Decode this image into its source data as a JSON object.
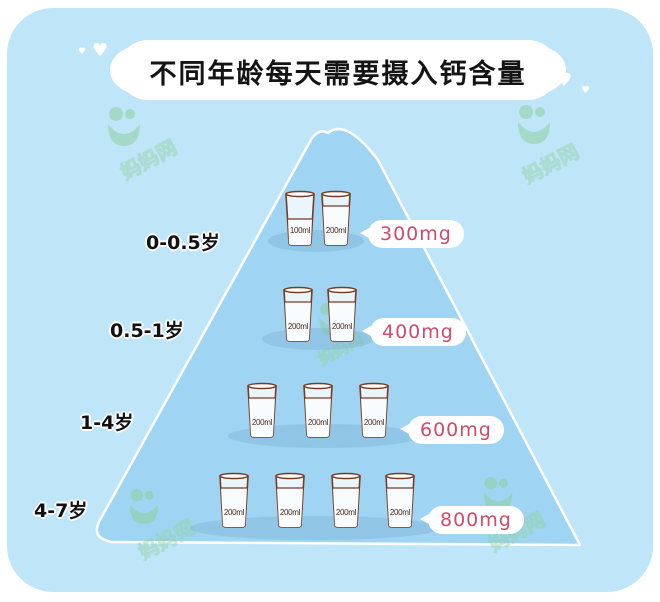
{
  "title": "不同年龄每天需要摄入钙含量",
  "colors": {
    "background": "#bfe5f8",
    "pyramid_fill": "#9fd5f2",
    "pyramid_outline": "#ffffff",
    "title_bg": "#ffffff",
    "title_text": "#141414",
    "amount_text": "#d04a6a",
    "glass_outline": "#7a3a22",
    "watermark": "#8fd0a0"
  },
  "levels": [
    {
      "age": "0-0.5岁",
      "amount": "300mg",
      "glasses": [
        {
          "label": "100ml",
          "fill": "half"
        },
        {
          "label": "200ml",
          "fill": "full"
        }
      ]
    },
    {
      "age": "0.5-1岁",
      "amount": "400mg",
      "glasses": [
        {
          "label": "200ml",
          "fill": "full"
        },
        {
          "label": "200ml",
          "fill": "full"
        }
      ]
    },
    {
      "age": "1-4岁",
      "amount": "600mg",
      "glasses": [
        {
          "label": "200ml",
          "fill": "full"
        },
        {
          "label": "200ml",
          "fill": "full"
        },
        {
          "label": "200ml",
          "fill": "full"
        }
      ]
    },
    {
      "age": "4-7岁",
      "amount": "800mg",
      "glasses": [
        {
          "label": "200ml",
          "fill": "full"
        },
        {
          "label": "200ml",
          "fill": "full"
        },
        {
          "label": "200ml",
          "fill": "full"
        },
        {
          "label": "200ml",
          "fill": "full"
        }
      ]
    }
  ],
  "watermark": {
    "text": "妈妈网",
    "icon": "smiley-logo-icon"
  },
  "decorations": {
    "hearts": [
      "heart-icon",
      "heart-icon",
      "heart-icon",
      "heart-icon"
    ]
  }
}
